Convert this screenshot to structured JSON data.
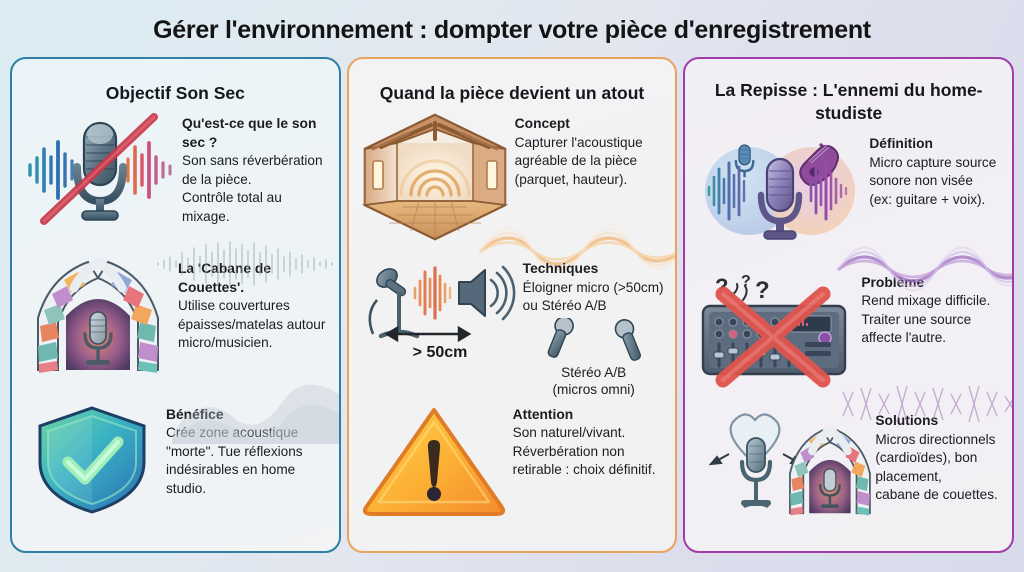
{
  "page": {
    "title": "Gérer l'environnement : dompter votre pièce d'enregistrement",
    "bg_left": "#dbedf3",
    "bg_right": "#d8dbea"
  },
  "panels": [
    {
      "id": "objectif-son-sec",
      "title": "Objectif Son Sec",
      "accent": "#2e7fa3",
      "items": [
        {
          "icon": "crossed-microphone-icon",
          "heading": "Qu'est-ce que le son sec ?",
          "body": "Son sans réverbération de la pièce.\nContrôle total au mixage."
        },
        {
          "icon": "duvet-fort-microphone-icon",
          "heading": "La 'Cabane de Couettes'.",
          "body": "Utilise couvertures épaisses/matelas autour micro/musicien."
        },
        {
          "icon": "shield-check-icon",
          "heading": "Bénéfice",
          "body": "Crée zone acoustique \"morte\". Tue réflexions indésirables en home studio."
        }
      ]
    },
    {
      "id": "piece-atout",
      "title": "Quand la pièce devient un atout",
      "accent": "#e8a45c",
      "items": [
        {
          "icon": "wooden-room-reverb-icon",
          "heading": "Concept",
          "body": "Capturer l'acoustique agréable de la pièce (parquet, hauteur)."
        },
        {
          "icon": "mic-distance-speaker-icon",
          "heading": "Techniques",
          "body": "Éloigner micro (>50cm) ou Stéréo A/B",
          "distance_label": "> 50cm",
          "stereo_caption": "Stéréo A/B\n(micros omni)"
        },
        {
          "icon": "warning-triangle-icon",
          "heading": "Attention",
          "body": "Son naturel/vivant. Réverbération non retirable : choix définitif."
        }
      ]
    },
    {
      "id": "la-repisse",
      "title": "La Repisse : L'ennemi du home-studiste",
      "accent": "#a33ba8",
      "items": [
        {
          "icon": "mic-bleed-guitar-voice-icon",
          "heading": "Définition",
          "body": "Micro capture source sonore non visée (ex: guitare + voix)."
        },
        {
          "icon": "crossed-mixing-desk-icon",
          "heading": "Problème",
          "body": "Rend mixage difficile. Traiter une source affecte l'autre."
        },
        {
          "icon": "cardioid-mic-and-duvet-fort-icon",
          "heading": "Solutions",
          "body": "Micros directionnels (cardioïdes), bon placement, cabane de couettes."
        }
      ]
    }
  ]
}
